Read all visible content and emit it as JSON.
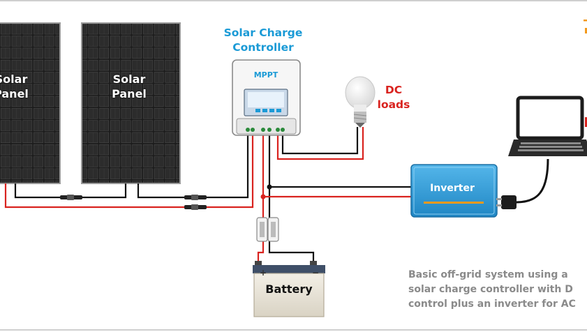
{
  "panels": {
    "left_label_line1": "Solar",
    "left_label_line2": "Panel",
    "right_label_line1": "Solar",
    "right_label_line2": "Panel"
  },
  "controller": {
    "title_line1": "Solar Charge",
    "title_line2": "Controller",
    "badge": "MPPT"
  },
  "dc_loads": {
    "line1": "DC",
    "line2": "loads"
  },
  "inverter": {
    "label": "Inverter"
  },
  "battery": {
    "label": "Battery",
    "plus": "+",
    "minus": "−"
  },
  "caption": {
    "line1": "Basic off-grid system using a",
    "line2": "solar charge controller with D",
    "line3": "control plus an inverter for AC"
  },
  "colors": {
    "positive_wire": "#d9231f",
    "negative_wire": "#111111",
    "inverter_blue": "#2e9fdc",
    "controller_blue": "#1a9ad6",
    "caption_gray": "#8a8a8a",
    "panel_dark": "#1c1c1c",
    "accent_orange": "#f39a1e"
  }
}
